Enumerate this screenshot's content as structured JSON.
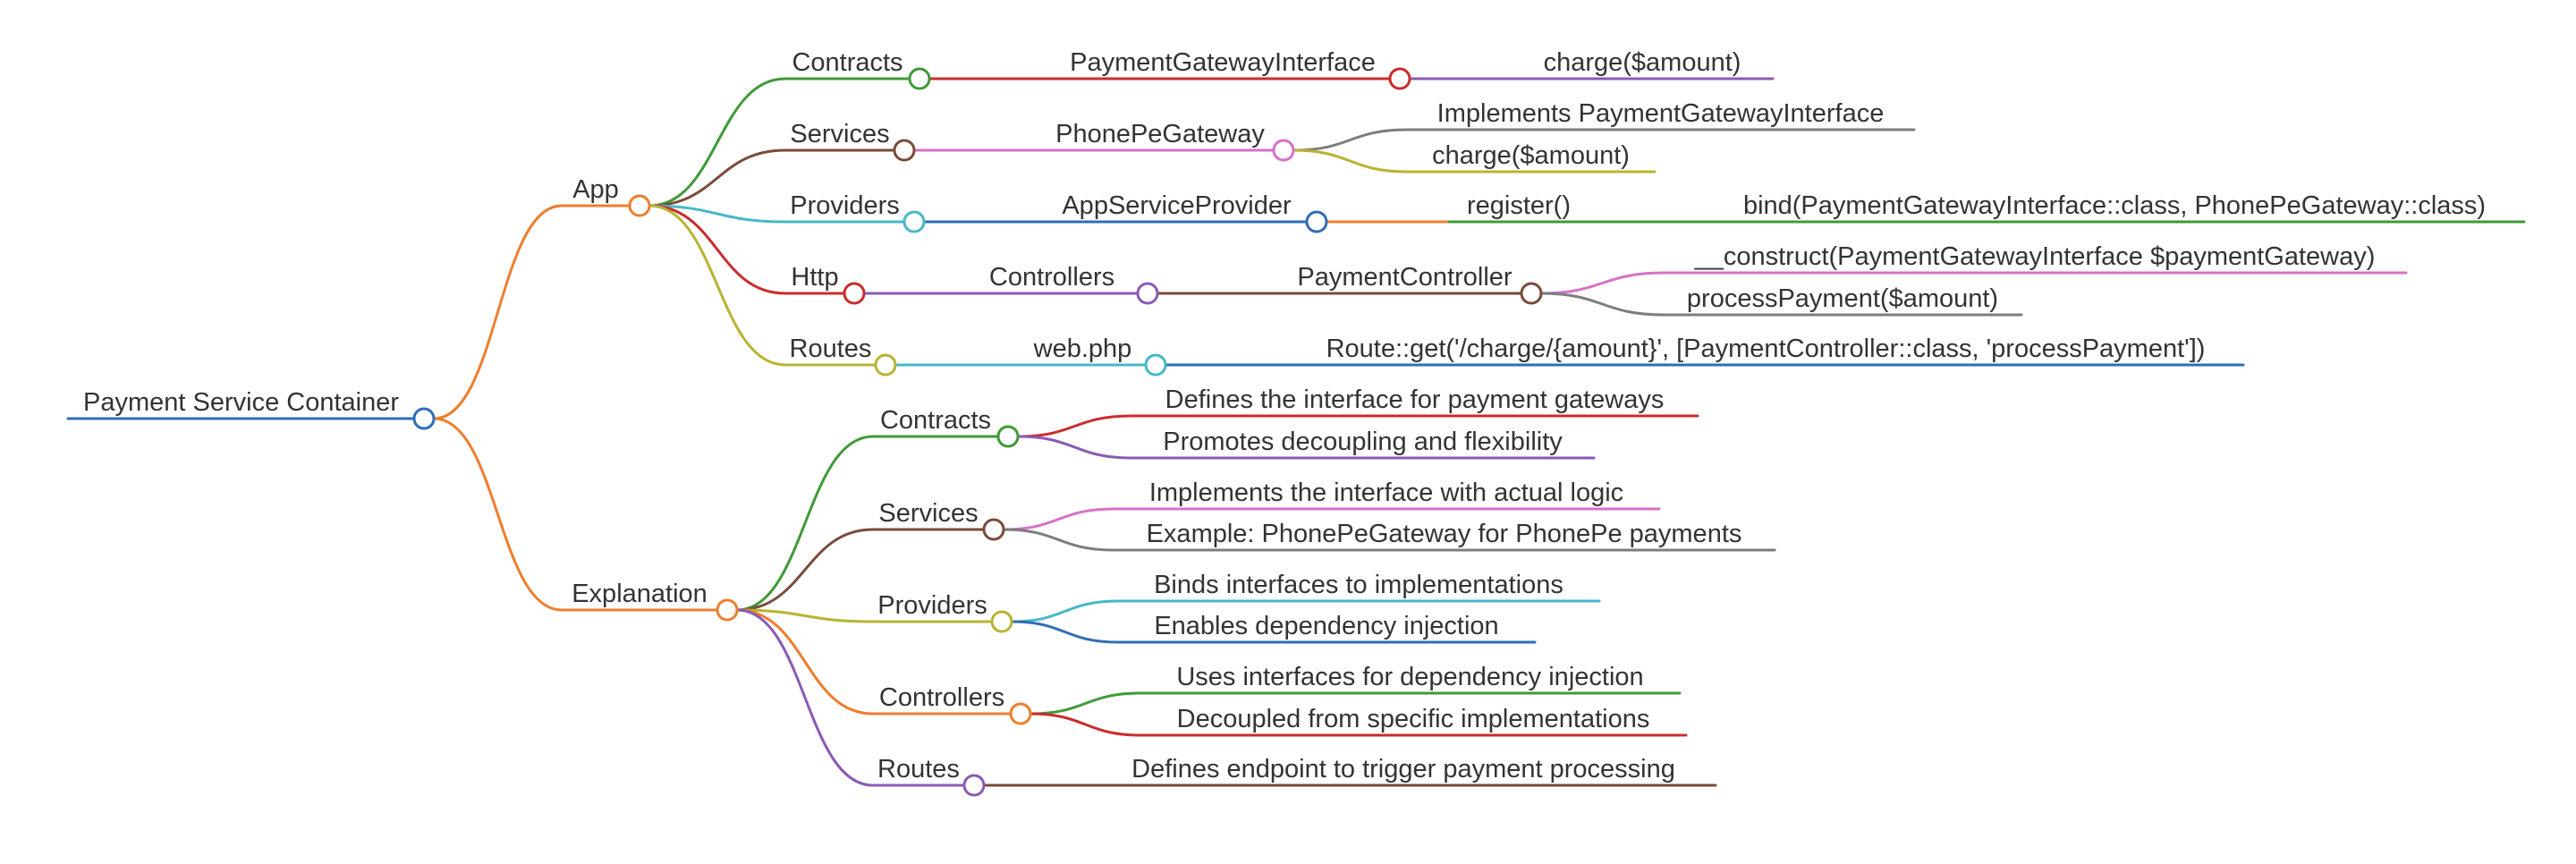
{
  "colors": {
    "blue": "#2f6db5",
    "orange": "#ee7e2d",
    "green": "#3e9a36",
    "brown": "#7a4a3a",
    "cyan": "#45b8c9",
    "red": "#cc2b2b",
    "olive": "#b7b432",
    "purple": "#8a5ab5",
    "pink": "#d870c8",
    "gray": "#7d7d7d"
  },
  "root": {
    "label": "Payment Service Container",
    "color": "blue",
    "children": [
      {
        "label": "App",
        "color": "orange",
        "children": [
          {
            "label": "Contracts",
            "color": "green",
            "children": [
              {
                "label": "PaymentGatewayInterface",
                "color": "red",
                "children": [
                  {
                    "label": "charge($amount)",
                    "color": "purple"
                  }
                ]
              }
            ]
          },
          {
            "label": "Services",
            "color": "brown",
            "children": [
              {
                "label": "PhonePeGateway",
                "color": "pink",
                "children": [
                  {
                    "label": "Implements PaymentGatewayInterface",
                    "color": "gray"
                  },
                  {
                    "label": "charge($amount)",
                    "color": "olive"
                  }
                ]
              }
            ]
          },
          {
            "label": "Providers",
            "color": "cyan",
            "children": [
              {
                "label": "AppServiceProvider",
                "color": "blue",
                "children": [
                  {
                    "label": "register()",
                    "color": "orange",
                    "children": [
                      {
                        "label": "bind(PaymentGatewayInterface::class, PhonePeGateway::class)",
                        "color": "green"
                      }
                    ]
                  }
                ]
              }
            ]
          },
          {
            "label": "Http",
            "color": "red",
            "children": [
              {
                "label": "Controllers",
                "color": "purple",
                "children": [
                  {
                    "label": "PaymentController",
                    "color": "brown",
                    "children": [
                      {
                        "label": "__construct(PaymentGatewayInterface $paymentGateway)",
                        "color": "pink"
                      },
                      {
                        "label": "processPayment($amount)",
                        "color": "gray"
                      }
                    ]
                  }
                ]
              }
            ]
          },
          {
            "label": "Routes",
            "color": "olive",
            "children": [
              {
                "label": "web.php",
                "color": "cyan",
                "children": [
                  {
                    "label": "Route::get('/charge/{amount}', [PaymentController::class, 'processPayment'])",
                    "color": "blue"
                  }
                ]
              }
            ]
          }
        ]
      },
      {
        "label": "Explanation",
        "color": "orange",
        "children": [
          {
            "label": "Contracts",
            "color": "green",
            "children": [
              {
                "label": "Defines the interface for payment gateways",
                "color": "red"
              },
              {
                "label": "Promotes decoupling and flexibility",
                "color": "purple"
              }
            ]
          },
          {
            "label": "Services",
            "color": "brown",
            "children": [
              {
                "label": "Implements the interface with actual logic",
                "color": "pink"
              },
              {
                "label": "Example: PhonePeGateway for PhonePe payments",
                "color": "gray"
              }
            ]
          },
          {
            "label": "Providers",
            "color": "olive",
            "children": [
              {
                "label": "Binds interfaces to implementations",
                "color": "cyan"
              },
              {
                "label": "Enables dependency injection",
                "color": "blue"
              }
            ]
          },
          {
            "label": "Controllers",
            "color": "orange",
            "children": [
              {
                "label": "Uses interfaces for dependency injection",
                "color": "green"
              },
              {
                "label": "Decoupled from specific implementations",
                "color": "red"
              }
            ]
          },
          {
            "label": "Routes",
            "color": "purple",
            "children": [
              {
                "label": "Defines endpoint to trigger payment processing",
                "color": "brown"
              }
            ]
          }
        ]
      }
    ]
  }
}
